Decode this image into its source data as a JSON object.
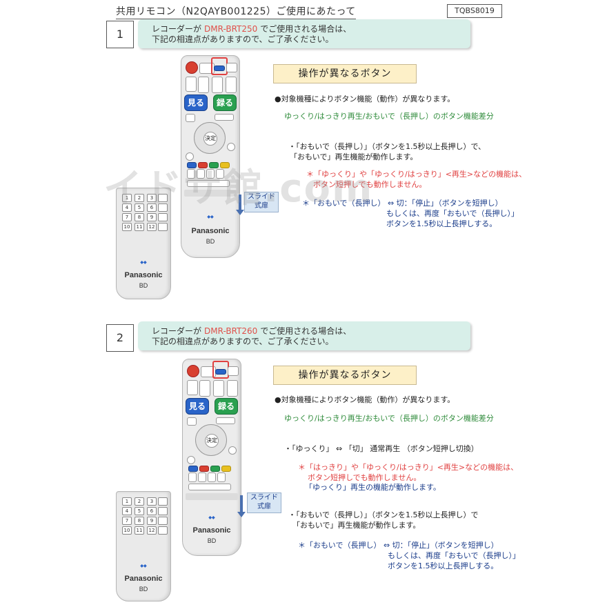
{
  "header": {
    "title": "共用リモコン（N2QAYB001225）ご使用にあたって",
    "doc_code": "TQBS8019"
  },
  "watermark": "イドサ館.com",
  "sections": [
    {
      "number": "1",
      "note_pre": "レコーダーが",
      "model": "DMR-BRT250",
      "note_post": "でご使用される場合は、",
      "note_line2": "下記の相違点がありますので、ご了承ください。",
      "heading": "操作が異なるボタン",
      "bullet": "●対象機種によりボタン機能（動作）が異なります。",
      "subtitle": "ゆっくり/はっきり再生/おもいで（長押し）のボタン機能差分",
      "lines": [
        "・「おもいで（長押し）」（ボタンを1.5秒以上長押し）で、",
        "「おもいで」再生機能が動作します。"
      ],
      "red_lines": [
        "＊「ゆっくり」や「ゆっくり/はっきり」<再生>などの機能は、",
        "ボタン短押しでも動作しません。"
      ],
      "blue_lines": [
        "＊「おもいで（長押し）  ⇔   切：「停止」（ボタンを短押し）",
        "もしくは、再度「おもいで（長押し）」",
        "ボタンを1.5秒以上長押しする。"
      ],
      "slide_label_1": "スライド",
      "slide_label_2": "式扉"
    },
    {
      "number": "2",
      "note_pre": "レコーダーが",
      "model": "DMR-BRT260",
      "note_post": "でご使用される場合は、",
      "note_line2": "下記の相違点がありますので、ご了承ください。",
      "heading": "操作が異なるボタン",
      "bullet": "●対象機種によりボタン機能（動作）が異なります。",
      "subtitle": "ゆっくり/はっきり再生/おもいで（長押し）のボタン機能差分",
      "line_a": "・「ゆっくり」  ⇔    「切」 通常再生 （ボタン短押し切換）",
      "red_lines": [
        "＊「はっきり」や「ゆっくり/はっきり」<再生>などの機能は、",
        "ボタン短押しでも動作しません。"
      ],
      "blue_line": "「ゆっくり」再生の機能が動作します。",
      "lines": [
        "・「おもいで（長押し）」（ボタンを1.5秒以上長押し）で",
        "「おもいで」再生機能が動作します。"
      ],
      "blue_lines": [
        "＊「おもいで（長押し）  ⇔   切：「停止」（ボタンを短押し）",
        "もしくは、再度「おもいで（長押し）」",
        "ボタンを1.5秒以上長押しする。"
      ],
      "slide_label_1": "スライド",
      "slide_label_2": "式扉"
    }
  ],
  "remote": {
    "brand": "Panasonic",
    "model_tag": "BD",
    "btn_miru": "見る",
    "btn_roku": "録る",
    "btn_kettei": "決定",
    "keys": [
      "1",
      "2",
      "3",
      "4",
      "5",
      "6",
      "7",
      "8",
      "9",
      "10",
      "11",
      "12"
    ]
  }
}
